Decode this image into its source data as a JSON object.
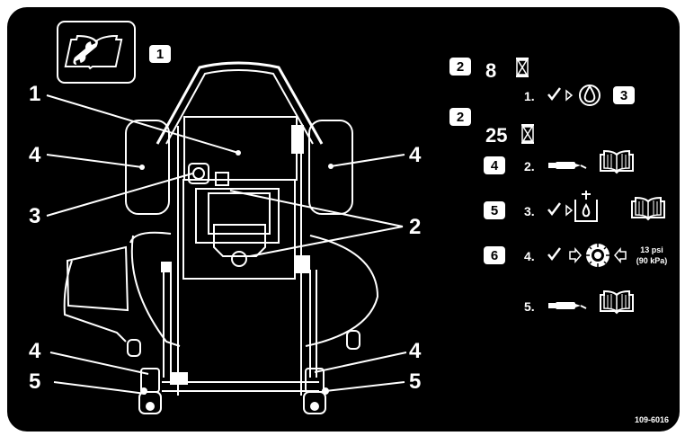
{
  "decal": {
    "part_number": "109-6016",
    "colors": {
      "background": "#000000",
      "foreground": "#ffffff"
    }
  },
  "callouts": {
    "c1": "1",
    "c2": "2",
    "c3": "3",
    "c4": "4",
    "c5": "5"
  },
  "manual_badge": "1",
  "instructions": {
    "row_a": {
      "badge": "2",
      "hours": "8"
    },
    "step1": {
      "number": "1.",
      "badge": "3"
    },
    "row_b": {
      "badge": "2",
      "hours": "25"
    },
    "step2": {
      "badge": "4",
      "number": "2."
    },
    "step3": {
      "badge": "5",
      "number": "3."
    },
    "step4": {
      "badge": "6",
      "number": "4.",
      "pressure_psi": "13 psi",
      "pressure_kpa": "(90 kPa)"
    },
    "step5": {
      "number": "5."
    }
  },
  "icons": [
    "manual-wrench-icon",
    "hourglass-icon",
    "checkmark-icon",
    "oil-drop-icon",
    "grease-gun-icon",
    "open-book-icon",
    "fluid-reservoir-icon",
    "tire-icon",
    "arrow-icon"
  ]
}
